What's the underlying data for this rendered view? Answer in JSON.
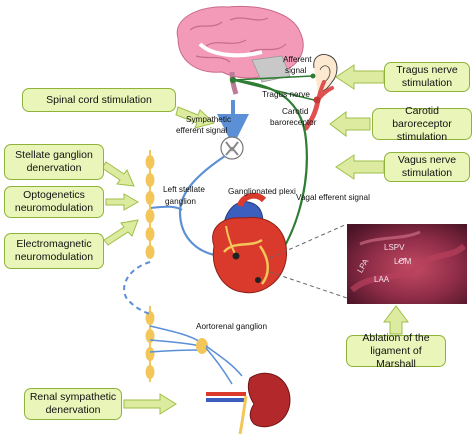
{
  "boxes": {
    "spinal_cord": "Spinal cord stimulation",
    "stellate": "Stellate ganglion denervation",
    "optogenetics": "Optogenetics neuromodulation",
    "electromagnetic": "Electromagnetic neuromodulation",
    "renal": "Renal sympathetic denervation",
    "tragus": "Tragus nerve stimulation",
    "carotid": "Carotid baroreceptor stimulation",
    "vagus": "Vagus nerve stimulation",
    "ablation": "Ablation of the ligament of Marshall"
  },
  "labels": {
    "afferent_signal": "Afferent signal",
    "tragus_nerve": "Tragus nerve",
    "carotid_baroreceptor": "Carotid baroreceptor",
    "sympathetic_efferent": "Sympathetic efferent signal",
    "left_stellate": "Left stellate ganglion",
    "ganglionated_plexi": "Ganglionated plexi",
    "vagal_efferent": "Vagal efferent signal",
    "aortorenal": "Aortorenal ganglion"
  },
  "photo_labels": {
    "lspv": "LSPV",
    "lpa": "LPA",
    "lom": "LOM",
    "laa": "LAA"
  },
  "colors": {
    "box_fill": "#e9f5b9",
    "box_border": "#8fb33a",
    "sympathetic_path": "#5b8fd6",
    "vagal_path": "#2e7d32",
    "ganglion_chain": "#f3c65a",
    "brain": "#f29ab8",
    "heart": "#d93a2b"
  }
}
